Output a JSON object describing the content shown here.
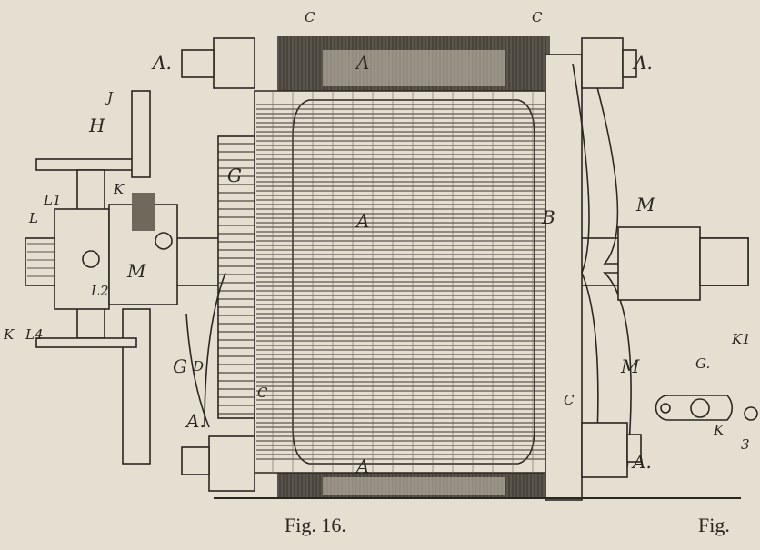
{
  "figure": {
    "caption_main": "Fig. 16.",
    "caption_next": "Fig.",
    "labels": {
      "a_top_left": "A.",
      "c_top_left": "C",
      "c_top_right": "C",
      "a_top_band": "A",
      "a_top_right": "A.",
      "h": "H",
      "j": "J",
      "g_upper": "G",
      "k_upper": "K",
      "l1": "L1",
      "l_plain": "L",
      "a_center": "A",
      "b": "B",
      "m_right_upper": "M",
      "m_left": "M",
      "l2": "L2",
      "k_left": "K",
      "l4": "L4",
      "g_lower": "G",
      "d": "D",
      "m_right_lower": "M",
      "c_bottom_left": "C",
      "c_bottom_right": "C",
      "a_bottom_left": "A.",
      "a_bottom_band": "A",
      "a_bottom_right": "A.",
      "g_dot": "G.",
      "k1": "K1",
      "k_right": "K",
      "z": "3"
    }
  }
}
